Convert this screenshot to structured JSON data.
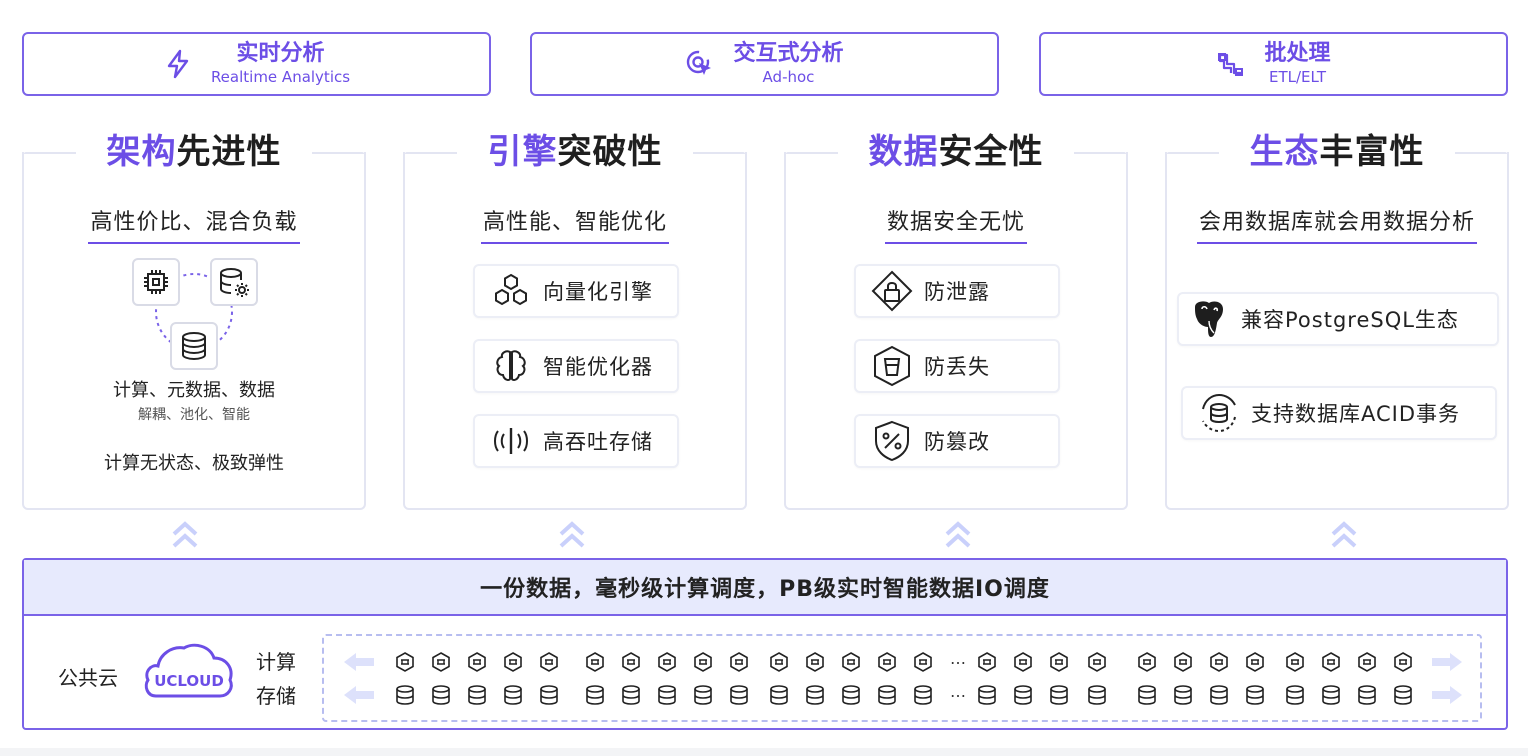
{
  "workloads": [
    {
      "zh": "实时分析",
      "en": "Realtime Analytics",
      "icon": "lightning-icon"
    },
    {
      "zh": "交互式分析",
      "en": "Ad-hoc",
      "icon": "cursor-click-icon"
    },
    {
      "zh": "批处理",
      "en": "ETL/ELT",
      "icon": "pipeline-icon"
    }
  ],
  "pillars": [
    {
      "title_hl": "架构",
      "title_rest": "先进性",
      "subtitle": "高性价比、混合负载",
      "diagram": {
        "line1": "计算、元数据、数据",
        "line2": "解耦、池化、智能",
        "line3": "计算无状态、极致弹性"
      }
    },
    {
      "title_hl": "引擎",
      "title_rest": "突破性",
      "subtitle": "高性能、智能优化",
      "features": [
        "向量化引擎",
        "智能优化器",
        "高吞吐存储"
      ]
    },
    {
      "title_hl": "数据",
      "title_rest": "安全性",
      "subtitle": "数据安全无忧",
      "features": [
        "防泄露",
        "防丢失",
        "防篡改"
      ]
    },
    {
      "title_hl": "生态",
      "title_rest": "丰富性",
      "subtitle": "会用数据库就会用数据分析",
      "features": [
        "兼容PostgreSQL生态",
        "支持数据库ACID事务"
      ]
    }
  ],
  "bottom": {
    "banner": "一份数据，毫秒级计算调度，PB级实时智能数据IO调度",
    "cloud_label": "公共云",
    "logo_text": "UCLOUD",
    "row_compute": "计算",
    "row_storage": "存储",
    "ellipsis": "…"
  },
  "colors": {
    "accent": "#6c4ee6",
    "border": "#7a63e8",
    "band": "#e7eafd",
    "arrow": "#dde1fb"
  }
}
